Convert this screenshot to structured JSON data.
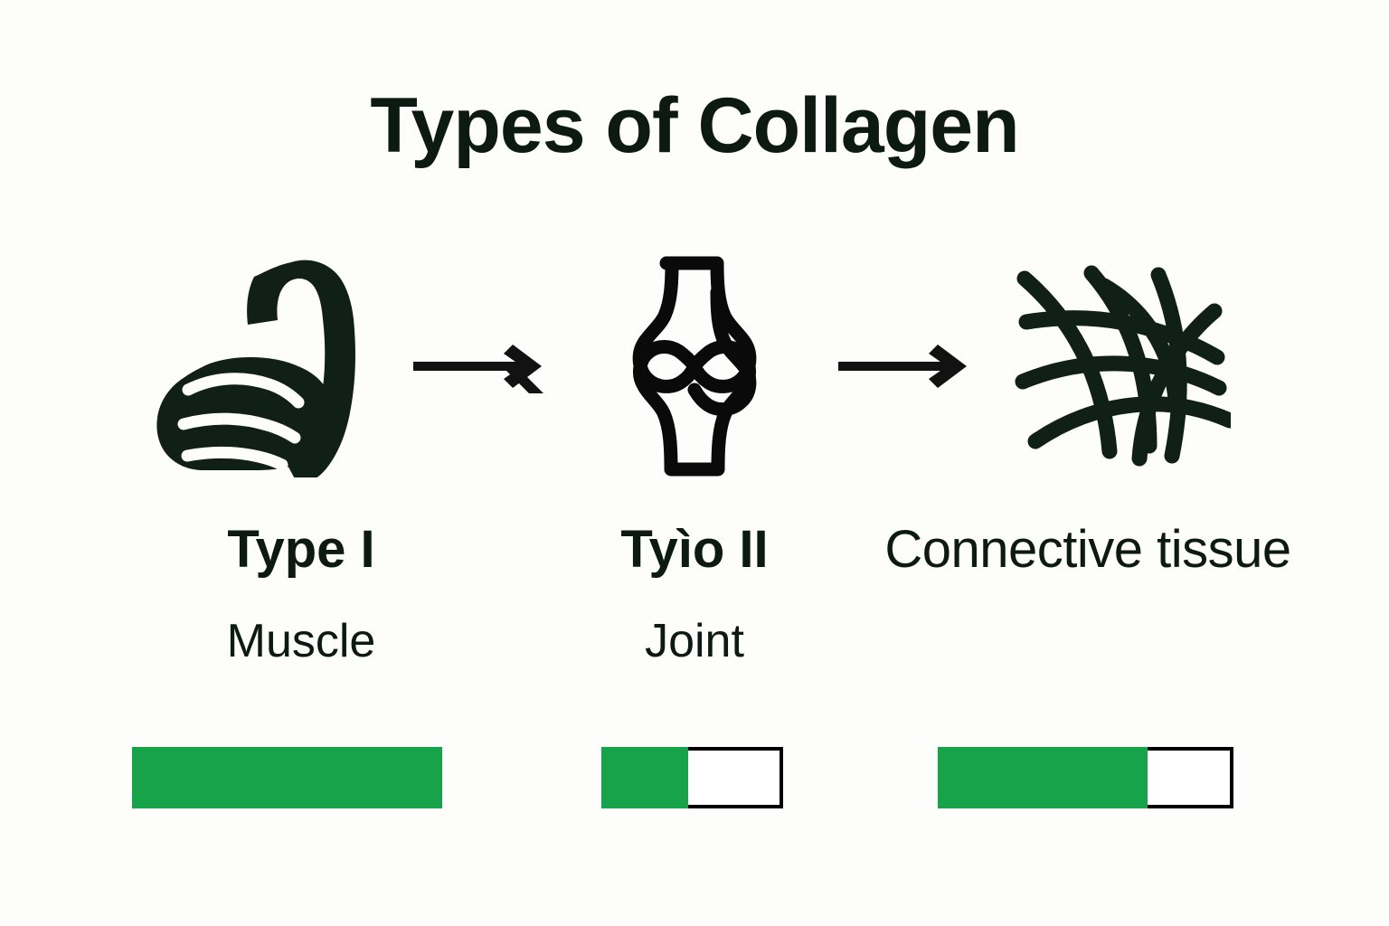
{
  "title": "Types of Collagen",
  "background_color": "#fdfdfc",
  "accent_color": "#16a34a",
  "text_color": "#0d1a14",
  "columns": [
    {
      "icon": "flexed-bicep-icon",
      "heading": "Type I",
      "subtitle": "Muscle",
      "bar": {
        "fill_percent": 100,
        "outlined": false
      }
    },
    {
      "icon": "knee-joint-icon",
      "heading": "Tyìo II",
      "subtitle": "Joint",
      "bar": {
        "fill_percent": 48,
        "outlined": true
      }
    },
    {
      "icon": "fiber-mesh-icon",
      "heading": "Connective tissue",
      "subtitle": "",
      "bar": {
        "fill_percent": 71,
        "outlined": true
      }
    }
  ],
  "arrows": [
    {
      "name": "arrow-1",
      "direction": "right"
    },
    {
      "name": "arrow-2",
      "direction": "right"
    }
  ]
}
